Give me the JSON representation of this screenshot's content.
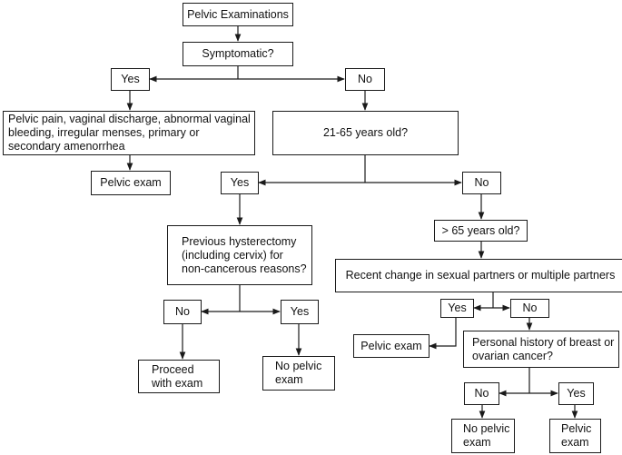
{
  "nodes": {
    "pelvic_examinations": "Pelvic Examinations",
    "symptomatic": "Symptomatic?",
    "yes_symptomatic": "Yes",
    "no_symptomatic": "No",
    "symptoms_list": "Pelvic pain, vaginal discharge, abnormal vaginal bleeding, irregular menses, primary or secondary amenorrhea",
    "pelvic_exam_1": "Pelvic exam",
    "age_21_65": "21-65 years old?",
    "yes_age": "Yes",
    "no_age": "No",
    "previous_hysterectomy": "Previous hysterectomy (including cervix) for non-cancerous reasons?",
    "over_65": "> 65 years old?",
    "recent_partners": "Recent change in sexual partners or multiple partners",
    "no_hysterectomy": "No",
    "yes_hysterectomy": "Yes",
    "proceed_with_exam": "Proceed with exam",
    "no_pelvic_exam_1": "No pelvic exam",
    "yes_partners": "Yes",
    "no_partners": "No",
    "pelvic_exam_2": "Pelvic exam",
    "personal_history": "Personal history of breast or ovarian cancer?",
    "no_history": "No",
    "yes_history": "Yes",
    "no_pelvic_exam_2": "No pelvic exam",
    "pelvic_exam_3": "Pelvic exam"
  }
}
